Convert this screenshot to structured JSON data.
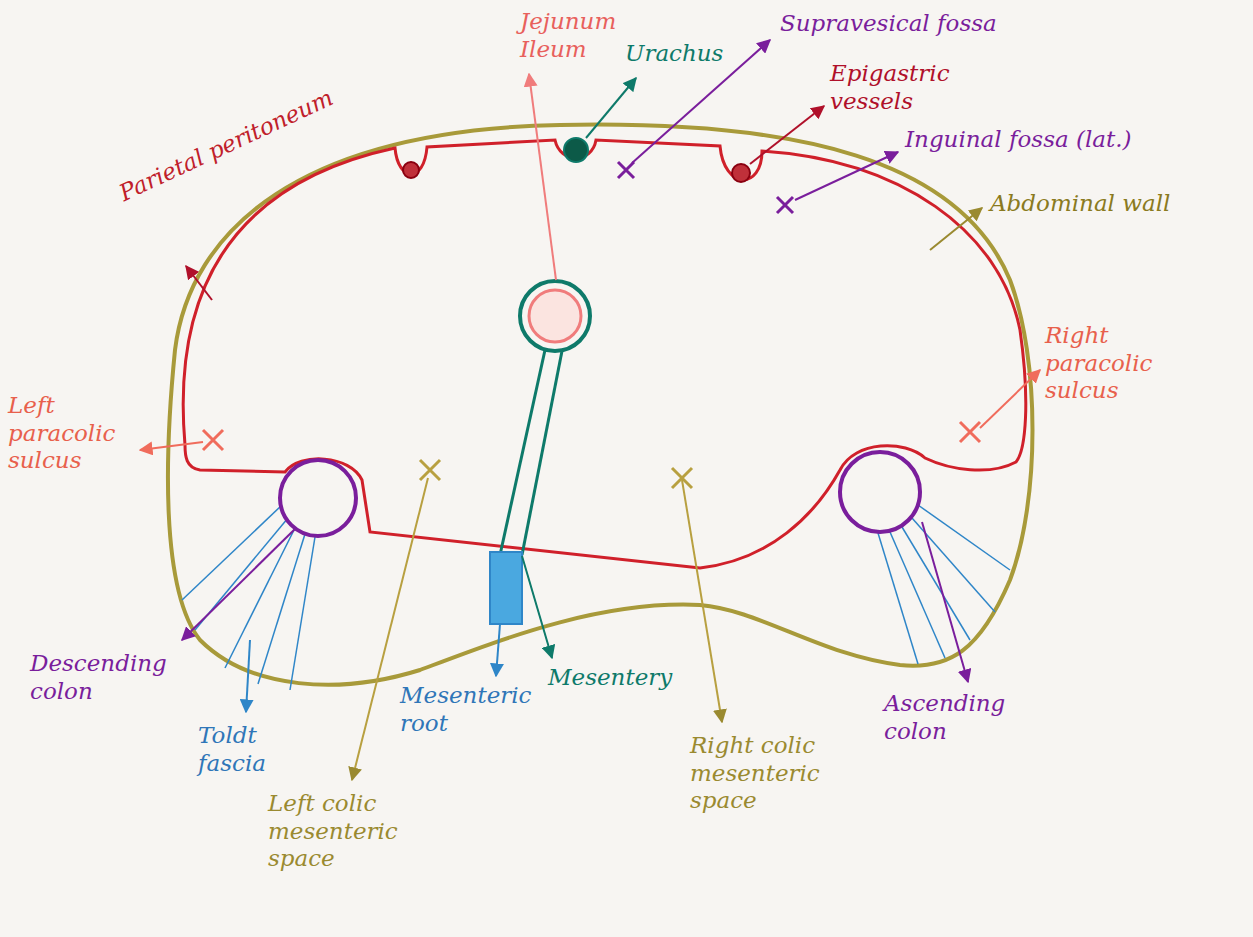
{
  "diagram": {
    "labels": [
      "Jejunum Ileum",
      "Urachus",
      "Supravesical fossa",
      "Epigastric vessels",
      "Inguinal fossa (lat.)",
      "Abdominal wall",
      "Parietal peritoneum",
      "Left paracolic sulcus",
      "Right paracolic sulcus",
      "Descending colon",
      "Toldt fascia",
      "Mesenteric root",
      "Mesentery",
      "Left colic mesenteric space",
      "Right colic mesenteric space",
      "Ascending colon"
    ]
  }
}
